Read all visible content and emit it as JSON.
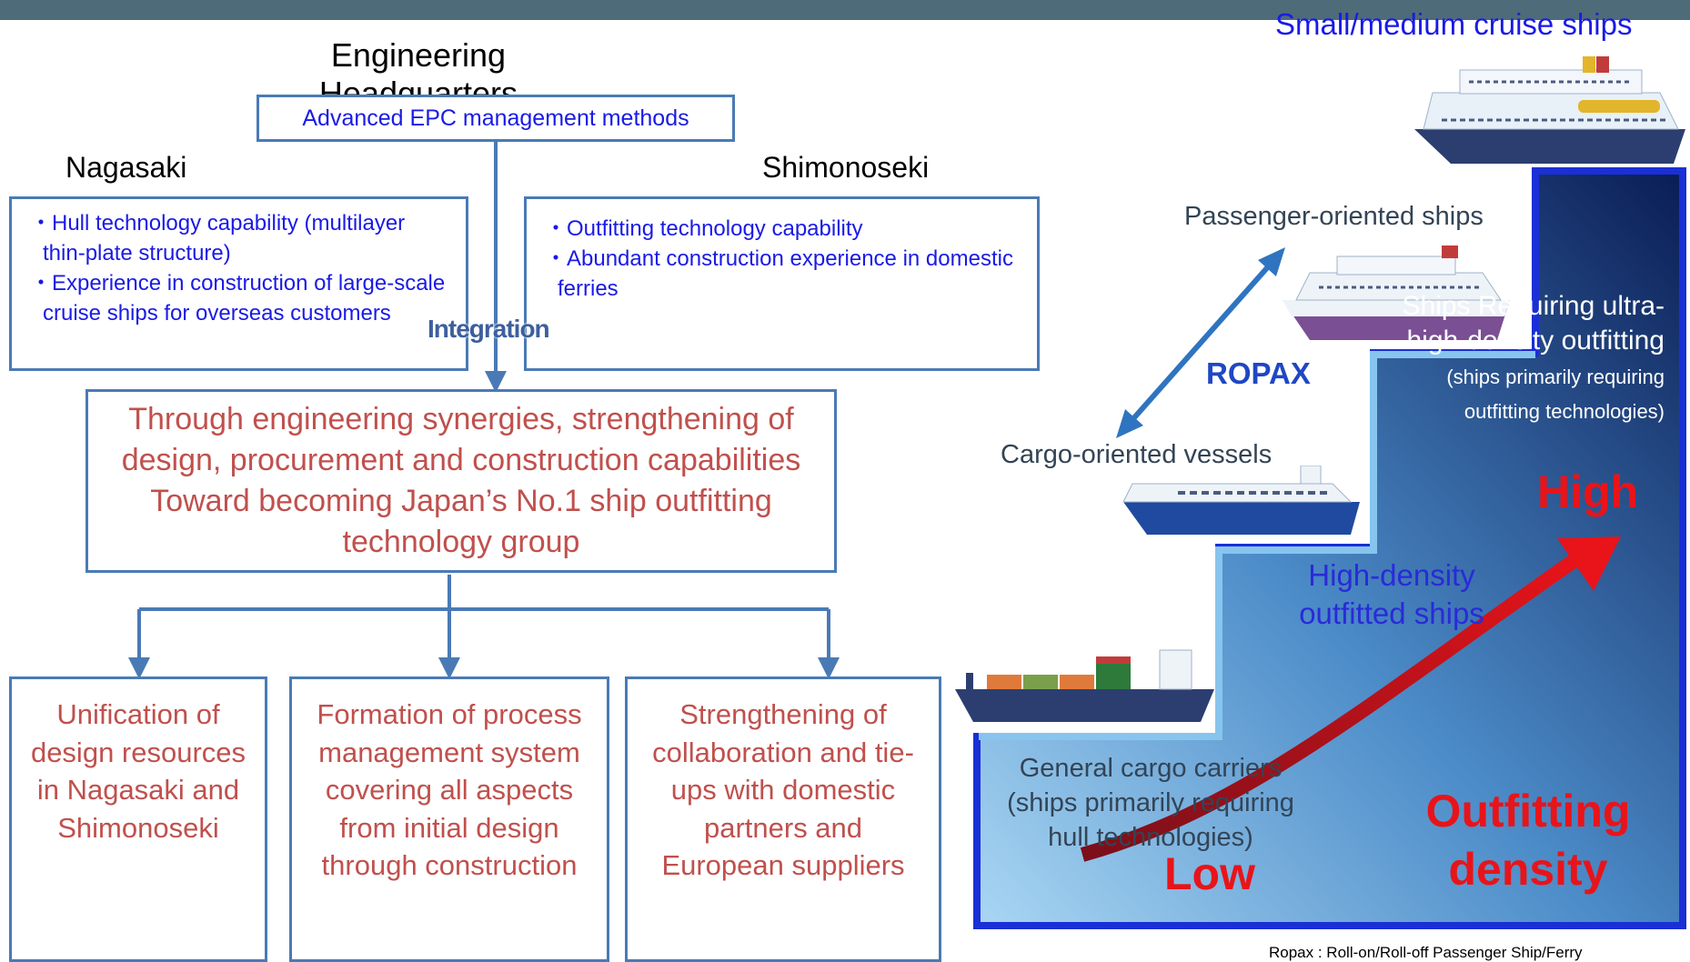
{
  "header": {
    "hq_title": "Engineering Headquarters",
    "epc": "Advanced EPC management methods"
  },
  "nagasaki": {
    "label": "Nagasaki",
    "bullets": [
      "・Hull technology capability (multilayer thin-plate structure)",
      "・Experience in construction of large-scale cruise ships for overseas customers"
    ]
  },
  "shimonoseki": {
    "label": "Shimonoseki",
    "bullets": [
      "・Outfitting technology capability",
      "・Abundant construction experience in domestic ferries"
    ]
  },
  "integration": "Integration",
  "main_goal": "Through engineering synergies, strengthening of design, procurement and construction capabilities Toward becoming Japan’s No.1 ship outfitting technology group",
  "outcomes": [
    "Unification of design resources in Nagasaki and Shimonoseki",
    "Formation of process management system covering all aspects from initial design through construction",
    "Strengthening of collaboration and tie-ups with domestic partners and European suppliers"
  ],
  "ships": {
    "small_cruise": "Small/medium cruise ships",
    "passenger": "Passenger-oriented ships",
    "ropax": "ROPAX",
    "cargo_oriented": "Cargo-oriented vessels"
  },
  "steps": {
    "ultra_main": "Ships Requiring ultra-high-density outfitting",
    "ultra_note": "(ships primarily requiring outfitting technologies)",
    "high_density": "High-density outfitted ships",
    "general_cargo": "General cargo carriers (ships primarily requiring hull technologies)"
  },
  "scale": {
    "high": "High",
    "low": "Low",
    "label": "Outfitting density"
  },
  "footnote": "Ropax : Roll-on/Roll-off Passenger Ship/Ferry",
  "colors": {
    "box_border": "#4a7ab5",
    "blue_text": "#1a1ae6",
    "red_text": "#c0504d",
    "accent_red": "#e8141a",
    "stair_dark": "#0b1f5a",
    "stair_light": "#9fcdee"
  }
}
